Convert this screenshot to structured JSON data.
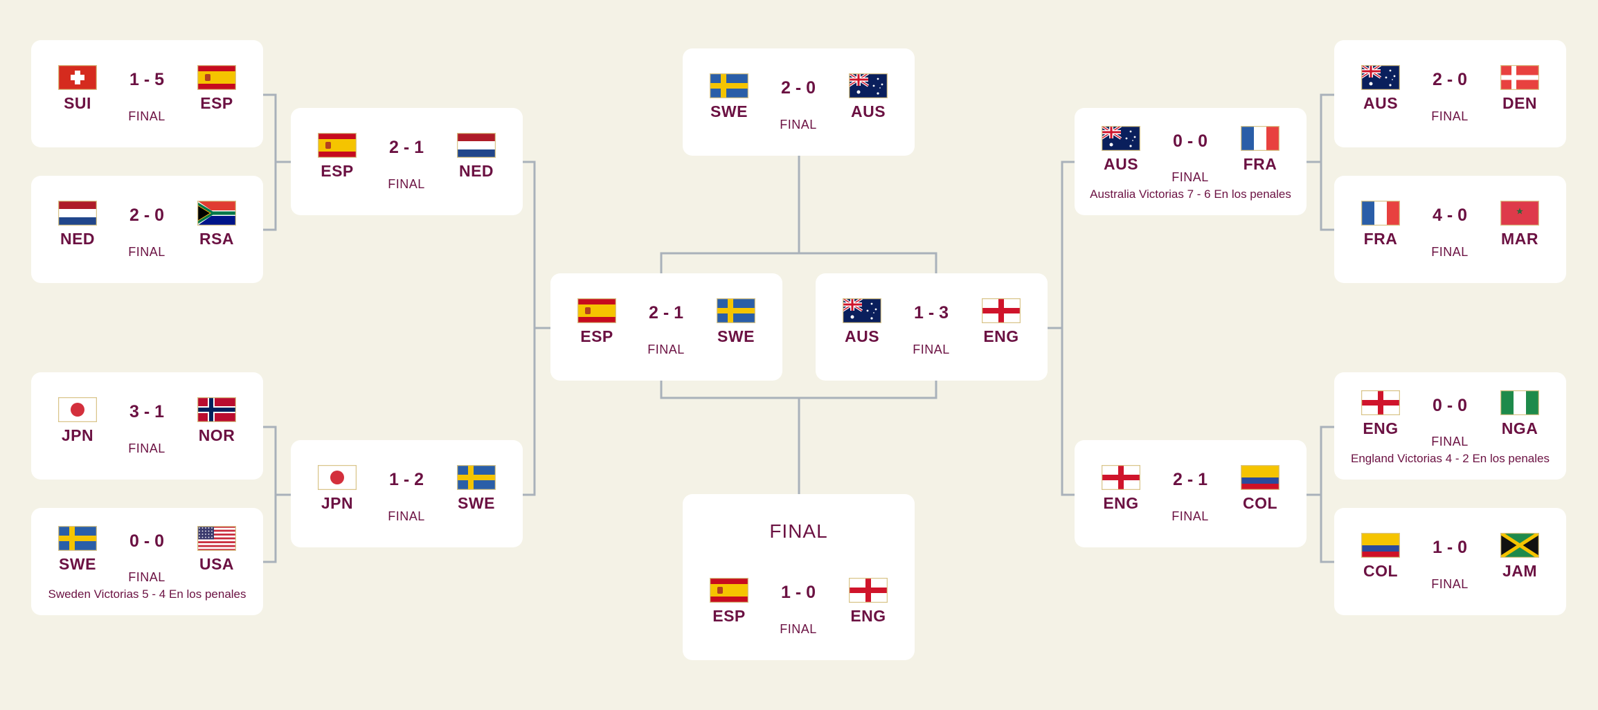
{
  "colors": {
    "background": "#f4f2e6",
    "card": "#ffffff",
    "text": "#6b1142",
    "connector": "#a9b1ba"
  },
  "matches": {
    "r16_sui_esp": {
      "team1": {
        "code": "SUI",
        "flag": "flag-switzerland-icon"
      },
      "team2": {
        "code": "ESP",
        "flag": "flag-spain-icon"
      },
      "score": "1 - 5",
      "status": "FINAL"
    },
    "r16_ned_rsa": {
      "team1": {
        "code": "NED",
        "flag": "flag-netherlands-icon"
      },
      "team2": {
        "code": "RSA",
        "flag": "flag-south-africa-icon"
      },
      "score": "2 - 0",
      "status": "FINAL"
    },
    "r16_jpn_nor": {
      "team1": {
        "code": "JPN",
        "flag": "flag-japan-icon"
      },
      "team2": {
        "code": "NOR",
        "flag": "flag-norway-icon"
      },
      "score": "3 - 1",
      "status": "FINAL"
    },
    "r16_swe_usa": {
      "team1": {
        "code": "SWE",
        "flag": "flag-sweden-icon"
      },
      "team2": {
        "code": "USA",
        "flag": "flag-usa-icon"
      },
      "score": "0 - 0",
      "status": "FINAL",
      "note": "Sweden Victorias 5 - 4  En los penales"
    },
    "qf_esp_ned": {
      "team1": {
        "code": "ESP",
        "flag": "flag-spain-icon"
      },
      "team2": {
        "code": "NED",
        "flag": "flag-netherlands-icon"
      },
      "score": "2 - 1",
      "status": "FINAL"
    },
    "qf_jpn_swe": {
      "team1": {
        "code": "JPN",
        "flag": "flag-japan-icon"
      },
      "team2": {
        "code": "SWE",
        "flag": "flag-sweden-icon"
      },
      "score": "1 - 2",
      "status": "FINAL"
    },
    "third_swe_aus": {
      "team1": {
        "code": "SWE",
        "flag": "flag-sweden-icon"
      },
      "team2": {
        "code": "AUS",
        "flag": "flag-australia-icon"
      },
      "score": "2 - 0",
      "status": "FINAL"
    },
    "sf_esp_swe": {
      "team1": {
        "code": "ESP",
        "flag": "flag-spain-icon"
      },
      "team2": {
        "code": "SWE",
        "flag": "flag-sweden-icon"
      },
      "score": "2 - 1",
      "status": "FINAL"
    },
    "sf_aus_eng": {
      "team1": {
        "code": "AUS",
        "flag": "flag-australia-icon"
      },
      "team2": {
        "code": "ENG",
        "flag": "flag-england-icon"
      },
      "score": "1 - 3",
      "status": "FINAL"
    },
    "final_esp_eng": {
      "title": "FINAL",
      "team1": {
        "code": "ESP",
        "flag": "flag-spain-icon"
      },
      "team2": {
        "code": "ENG",
        "flag": "flag-england-icon"
      },
      "score": "1 - 0",
      "status": "FINAL"
    },
    "qf_aus_fra": {
      "team1": {
        "code": "AUS",
        "flag": "flag-australia-icon"
      },
      "team2": {
        "code": "FRA",
        "flag": "flag-france-icon"
      },
      "score": "0 - 0",
      "status": "FINAL",
      "note": "Australia Victorias 7 - 6  En los penales"
    },
    "qf_eng_col": {
      "team1": {
        "code": "ENG",
        "flag": "flag-england-icon"
      },
      "team2": {
        "code": "COL",
        "flag": "flag-colombia-icon"
      },
      "score": "2 - 1",
      "status": "FINAL"
    },
    "r16_aus_den": {
      "team1": {
        "code": "AUS",
        "flag": "flag-australia-icon"
      },
      "team2": {
        "code": "DEN",
        "flag": "flag-denmark-icon"
      },
      "score": "2 - 0",
      "status": "FINAL"
    },
    "r16_fra_mar": {
      "team1": {
        "code": "FRA",
        "flag": "flag-france-icon"
      },
      "team2": {
        "code": "MAR",
        "flag": "flag-morocco-icon"
      },
      "score": "4 - 0",
      "status": "FINAL"
    },
    "r16_eng_nga": {
      "team1": {
        "code": "ENG",
        "flag": "flag-england-icon"
      },
      "team2": {
        "code": "NGA",
        "flag": "flag-nigeria-icon"
      },
      "score": "0 - 0",
      "status": "FINAL",
      "note": "England Victorias 4 - 2  En los penales"
    },
    "r16_col_jam": {
      "team1": {
        "code": "COL",
        "flag": "flag-colombia-icon"
      },
      "team2": {
        "code": "JAM",
        "flag": "flag-jamaica-icon"
      },
      "score": "1 - 0",
      "status": "FINAL"
    }
  }
}
